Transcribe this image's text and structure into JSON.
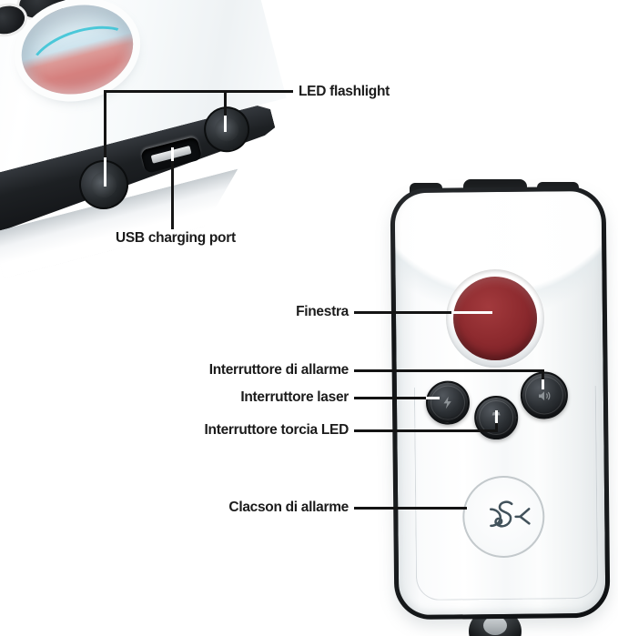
{
  "labels": {
    "led_flashlight": "LED flashlight",
    "usb_charging_port": "USB charging port",
    "finestra": "Finestra",
    "interruttore_di_allarme": "Interruttore di allarme",
    "interruttore_laser": "Interruttore laser",
    "interruttore_torcia_led": "Interruttore torcia LED",
    "clacson_di_allarme": "Clacson di allarme"
  },
  "icons": {
    "laser_button_icon": "lightning-bolt",
    "torch_button_icon": "flashlight",
    "alarm_button_icon": "horn-speaker",
    "logo_icon": "DSK-monogram"
  },
  "colors": {
    "background": "#ffffff",
    "label_text": "#1b1b1b",
    "callout_line": "#141414",
    "device_trim": "#17191b",
    "window_red": "#8e2b2f",
    "window_ring": "#dde1e4",
    "detector_lens_cyan": "#3cc4d6",
    "detector_lens_pink": "#d5807e",
    "button_dark": "#26282b",
    "logo_color": "#42525b"
  }
}
